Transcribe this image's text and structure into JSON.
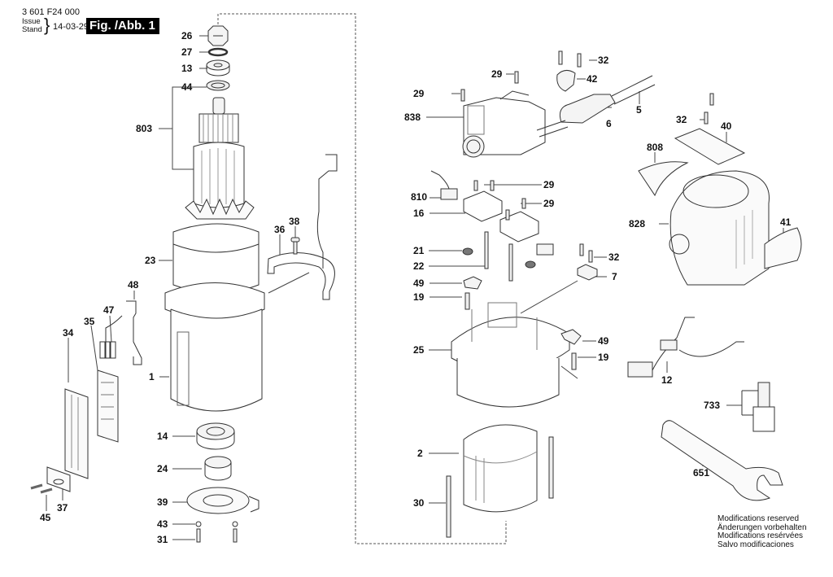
{
  "header": {
    "part_number": "3 601 F24 000",
    "issue_label_en": "Issue",
    "issue_label_de": "Stand",
    "issue_date": "14-03-29",
    "figure_label": "Fig. /Abb. 1"
  },
  "footer_notes": [
    "Modifications reserved",
    "Änderungen vorbehalten",
    "Modifications resérvées",
    "Salvo modificaciones"
  ],
  "part_labels": {
    "l26": "26",
    "l27": "27",
    "l13": "13",
    "l44": "44",
    "l803": "803",
    "l23": "23",
    "l36": "36",
    "l38": "38",
    "l48": "48",
    "l47": "47",
    "l35": "35",
    "l34": "34",
    "l1": "1",
    "l14": "14",
    "l24": "24",
    "l39": "39",
    "l43": "43",
    "l31": "31",
    "l45": "45",
    "l37": "37",
    "l29a": "29",
    "l29b": "29",
    "l32a": "32",
    "l42": "42",
    "l838": "838",
    "l5": "5",
    "l6": "6",
    "l32b": "32",
    "l40": "40",
    "l808": "808",
    "l828": "828",
    "l41": "41",
    "l810": "810",
    "l29c": "29",
    "l29d": "29",
    "l16": "16",
    "l21": "21",
    "l22": "22",
    "l32c": "32",
    "l7": "7",
    "l49a": "49",
    "l19a": "19",
    "l25": "25",
    "l49b": "49",
    "l19b": "19",
    "l12": "12",
    "l733": "733",
    "l651": "651",
    "l2": "2",
    "l30": "30"
  }
}
